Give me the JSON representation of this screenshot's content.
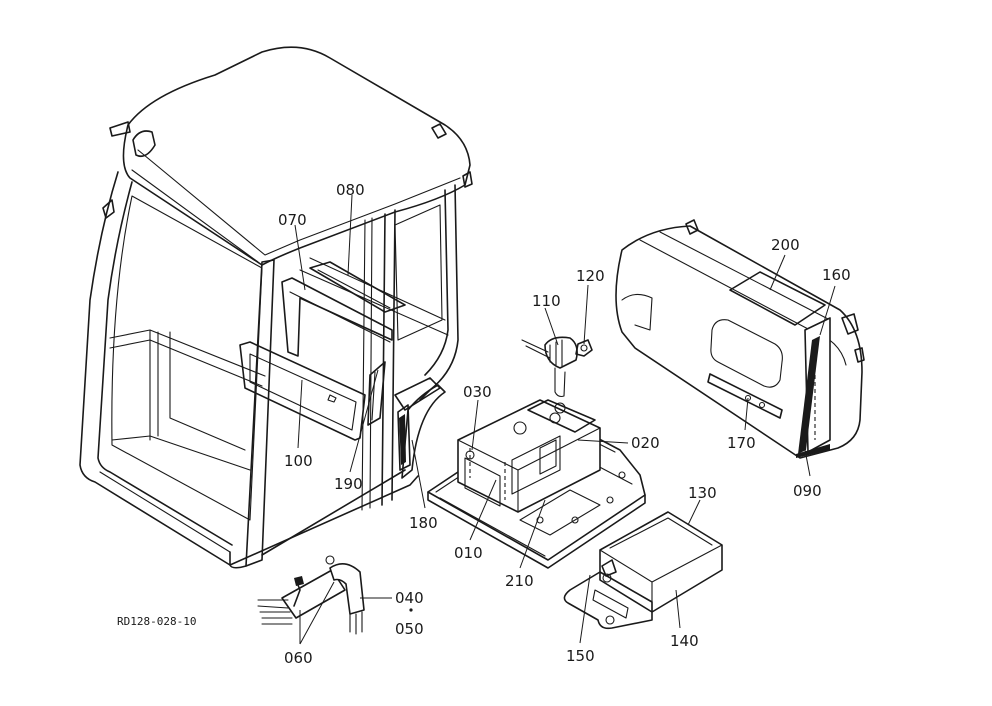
{
  "diagram": {
    "reference_code": "RD128-028-10",
    "part_labels": {
      "p010": "010",
      "p020": "020",
      "p030": "030",
      "p040": "040",
      "p050": "050",
      "p060": "060",
      "p070": "070",
      "p080": "080",
      "p090": "090",
      "p100": "100",
      "p110": "110",
      "p120": "120",
      "p130": "130",
      "p140": "140",
      "p150": "150",
      "p160": "160",
      "p170": "170",
      "p180": "180",
      "p190": "190",
      "p200": "200",
      "p210": "210"
    }
  }
}
